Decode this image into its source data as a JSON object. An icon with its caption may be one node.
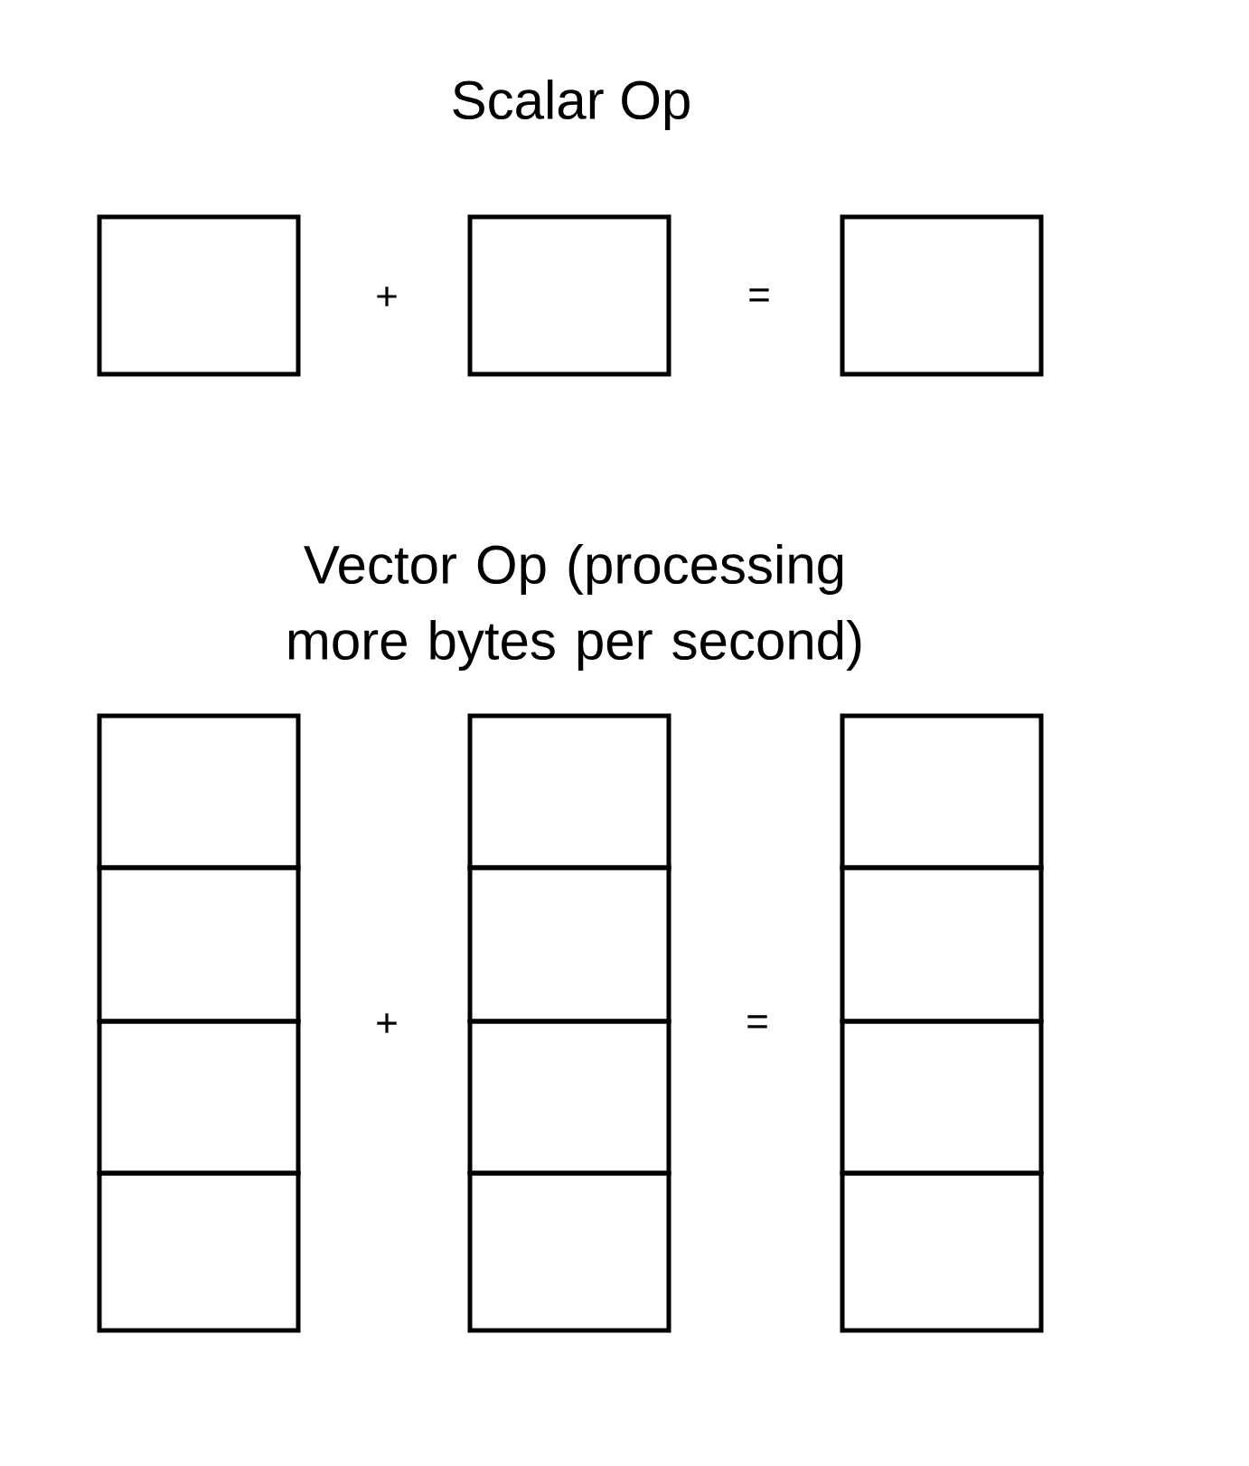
{
  "diagram": {
    "nodes": [
      {
        "text": [],
        "shape": "box"
      },
      {
        "text": [],
        "shape": "box"
      },
      {
        "text": [],
        "shape": "box"
      },
      {
        "text": [],
        "shape": "box"
      },
      {
        "text": [],
        "shape": "box"
      },
      {
        "text": [],
        "shape": "box"
      },
      {
        "text": [],
        "shape": "box"
      },
      {
        "text": [],
        "shape": "box"
      },
      {
        "text": [],
        "shape": "box"
      },
      {
        "text": [],
        "shape": "box"
      },
      {
        "text": [],
        "shape": "box"
      },
      {
        "text": [],
        "shape": "box"
      },
      {
        "text": [],
        "shape": "box"
      },
      {
        "text": [],
        "shape": "box"
      },
      {
        "text": [],
        "shape": "box"
      }
    ],
    "labels": [
      "Scalar Op",
      "+",
      "=",
      "Vector Op (processing more bytes per second)",
      "+",
      "="
    ]
  }
}
